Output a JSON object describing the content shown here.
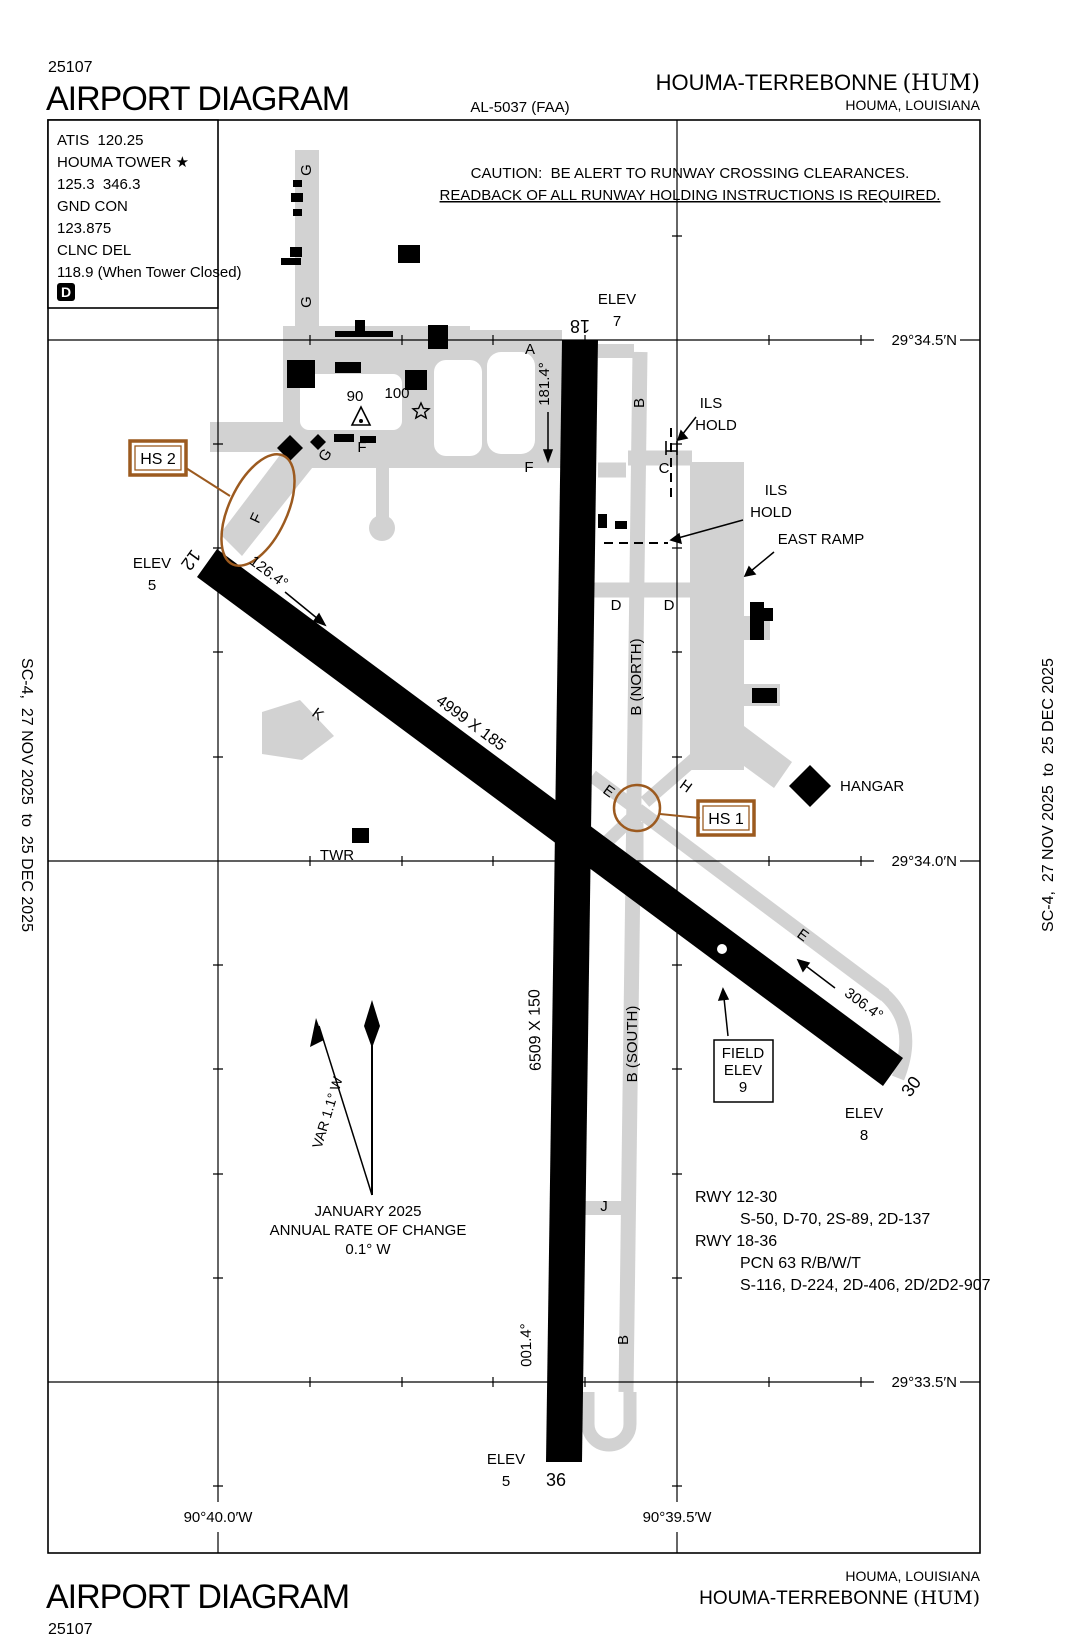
{
  "header": {
    "number": "25107",
    "title": "AIRPORT DIAGRAM",
    "al": "AL-5037 (FAA)",
    "airport": "HOUMA-TERREBONNE",
    "ident": "(HUM)",
    "city": "HOUMA, LOUISIANA"
  },
  "comm": {
    "lines": [
      "ATIS  120.25",
      "HOUMA TOWER ★",
      "125.3  346.3",
      "GND CON",
      "123.875",
      "CLNC DEL",
      "118.9 (When Tower Closed)"
    ],
    "delta": "D"
  },
  "caution": {
    "l1": "CAUTION:  BE ALERT TO RUNWAY CROSSING CLEARANCES.",
    "l2": "READBACK OF ALL RUNWAY HOLDING INSTRUCTIONS IS REQUIRED."
  },
  "map": {
    "grid": {
      "lat": [
        "29°34.5′N",
        "29°34.0′N",
        "29°33.5′N"
      ],
      "lon": [
        "90°40.0′W",
        "90°39.5′W"
      ]
    },
    "runways": {
      "r18": "18",
      "r36": "36",
      "r12": "12",
      "r30": "30",
      "hdg18": "181.4°",
      "hdg36": "001.4°",
      "hdg12": "126.4°",
      "hdg30": "306.4°",
      "dim1230": "4999 X 185",
      "dim1836": "6509 X 150"
    },
    "elev_label": "ELEV",
    "elev7": "7",
    "elev5": "5",
    "elev8": "8",
    "field_elev": {
      "l1": "FIELD",
      "l2": "ELEV",
      "v": "9"
    },
    "taxi": {
      "a": "A",
      "b": "B",
      "c": "C",
      "d": "D",
      "e": "E",
      "f": "F",
      "g": "G",
      "h": "H",
      "j": "J",
      "k": "K",
      "b_north": "B (NORTH)",
      "b_south": "B (SOUTH)"
    },
    "ils": "ILS",
    "hold": "HOLD",
    "east_ramp": "EAST RAMP",
    "hangar": "HANGAR",
    "twr": "TWR",
    "hs1": "HS 1",
    "hs2": "HS 2",
    "fuel90": "90",
    "fuel100": "100",
    "variation": {
      "var": "VAR 1.1° W",
      "date": "JANUARY 2025",
      "rate": "ANNUAL RATE OF CHANGE",
      "amount": "0.1° W"
    },
    "rwy_data": [
      "RWY 12-30",
      "S-50, D-70, 2S-89, 2D-137",
      "RWY 18-36",
      "PCN 63 R/B/W/T",
      "S-116, D-224, 2D-406, 2D/2D2-907"
    ]
  },
  "side": "SC-4,  27 NOV 2025  to  25 DEC 2025",
  "footer": {
    "title": "AIRPORT DIAGRAM",
    "number": "25107",
    "city": "HOUMA, LOUISIANA",
    "airport": "HOUMA-TERREBONNE",
    "ident": "(HUM)"
  },
  "colors": {
    "hotspot": "#9C5A1F",
    "pavement": "#D2D2D2"
  }
}
